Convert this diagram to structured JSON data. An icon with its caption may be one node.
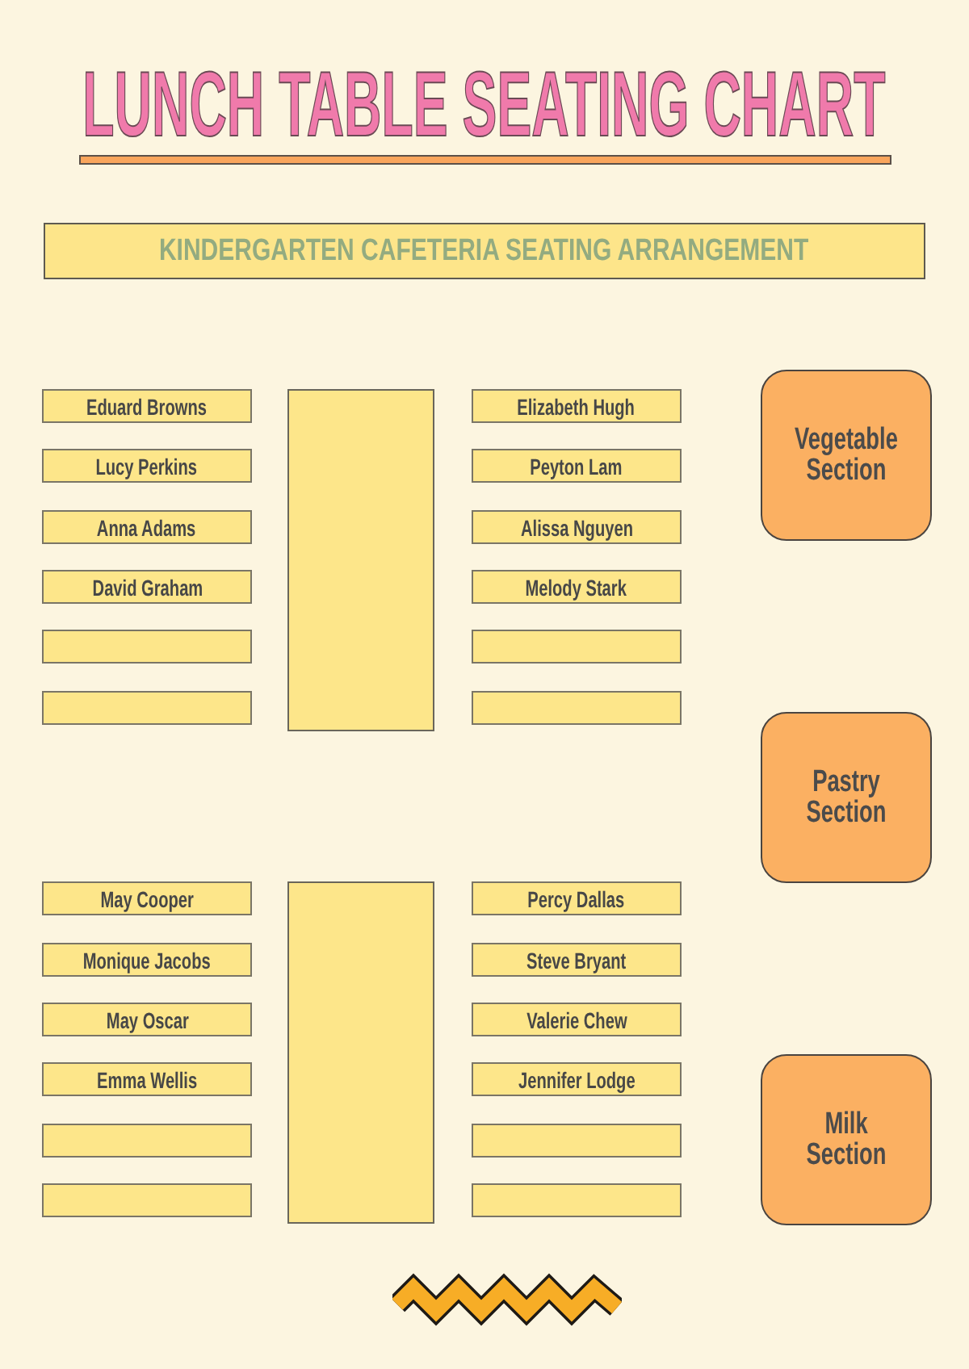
{
  "diagram": {
    "title": "LUNCH TABLE SEATING CHART",
    "nodes": [
      {
        "text": [
          "KINDERGARTEN CAFETERIA SEATING ARRANGEMENT"
        ]
      },
      {
        "text": [
          "Eduard Browns"
        ]
      },
      {
        "text": [
          "Lucy Perkins"
        ]
      },
      {
        "text": [
          "Anna Adams"
        ]
      },
      {
        "text": [
          "David Graham"
        ]
      },
      {
        "text": [],
        "shape": "box"
      },
      {
        "text": [],
        "shape": "box"
      },
      {
        "text": [],
        "shape": "box"
      },
      {
        "text": [
          "Elizabeth Hugh"
        ]
      },
      {
        "text": [
          "Peyton Lam"
        ]
      },
      {
        "text": [
          "Alissa Nguyen"
        ]
      },
      {
        "text": [
          "Melody Stark"
        ]
      },
      {
        "text": [],
        "shape": "box"
      },
      {
        "text": [],
        "shape": "box"
      },
      {
        "text": [
          "Vegetable Section"
        ]
      },
      {
        "text": [
          "Pastry Section"
        ]
      },
      {
        "text": [
          "May Cooper"
        ]
      },
      {
        "text": [
          "Monique Jacobs"
        ]
      },
      {
        "text": [
          "May Oscar"
        ]
      },
      {
        "text": [
          "Emma Wellis"
        ]
      },
      {
        "text": [],
        "shape": "box"
      },
      {
        "text": [],
        "shape": "box"
      },
      {
        "text": [],
        "shape": "box"
      },
      {
        "text": [
          "Percy Dallas"
        ]
      },
      {
        "text": [
          "Steve Bryant"
        ]
      },
      {
        "text": [
          "Valerie Chew"
        ]
      },
      {
        "text": [
          "Jennifer Lodge"
        ]
      },
      {
        "text": [],
        "shape": "box"
      },
      {
        "text": [],
        "shape": "box"
      },
      {
        "text": [
          "Milk Section"
        ]
      }
    ]
  }
}
